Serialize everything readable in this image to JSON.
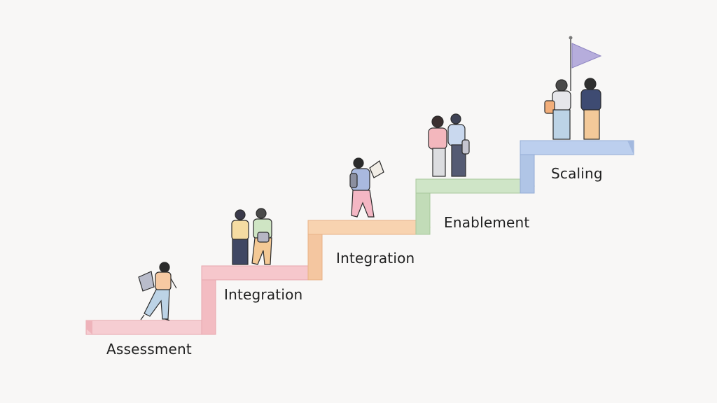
{
  "steps": [
    {
      "label": "Assessment",
      "color": "#f4c2c8"
    },
    {
      "label": "Integration",
      "color": "#f4b8be"
    },
    {
      "label": "Integration",
      "color": "#f6cfa6"
    },
    {
      "label": "Enablement",
      "color": "#c7e0bf"
    },
    {
      "label": "Scaling",
      "color": "#b3c8ea"
    }
  ],
  "flag": {
    "color": "#b6addc"
  }
}
